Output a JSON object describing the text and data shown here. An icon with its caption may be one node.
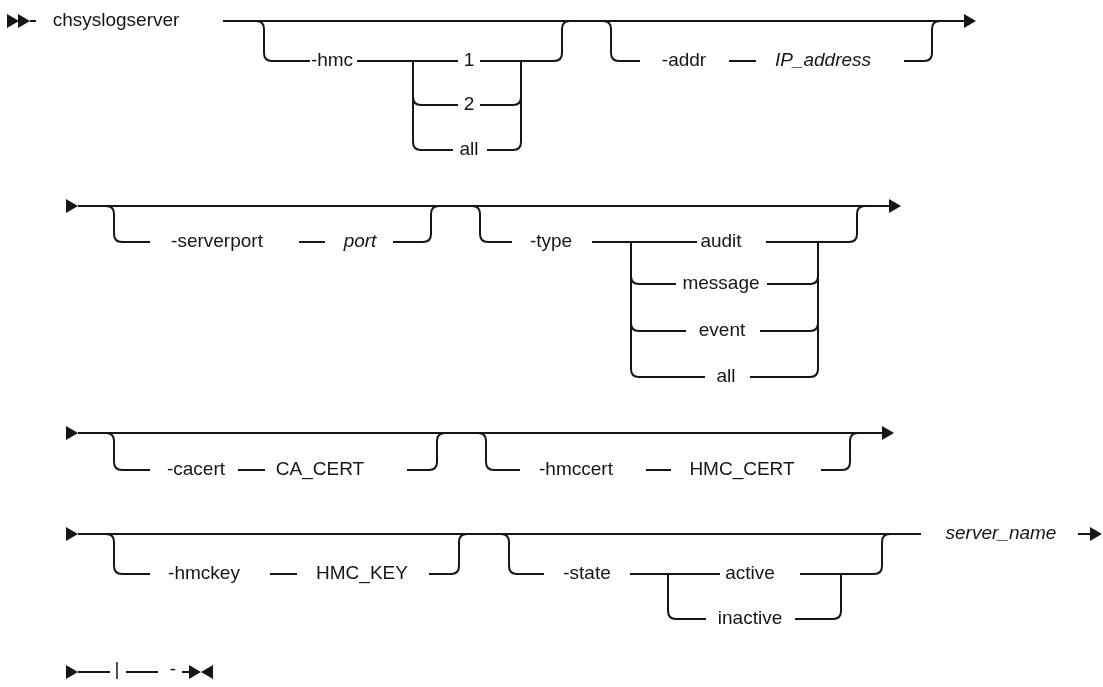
{
  "diagram": {
    "labels": [
      "chsyslogserver",
      "-hmc",
      "1",
      "2",
      "all",
      "-addr",
      "IP_address",
      "-serverport",
      "port",
      "-type",
      "audit",
      "message",
      "event",
      "all",
      "-cacert",
      "CA_CERT",
      "-hmccert",
      "HMC_CERT",
      "-hmckey",
      "HMC_KEY",
      "-state",
      "active",
      "inactive",
      "server_name",
      "|",
      "-"
    ]
  }
}
